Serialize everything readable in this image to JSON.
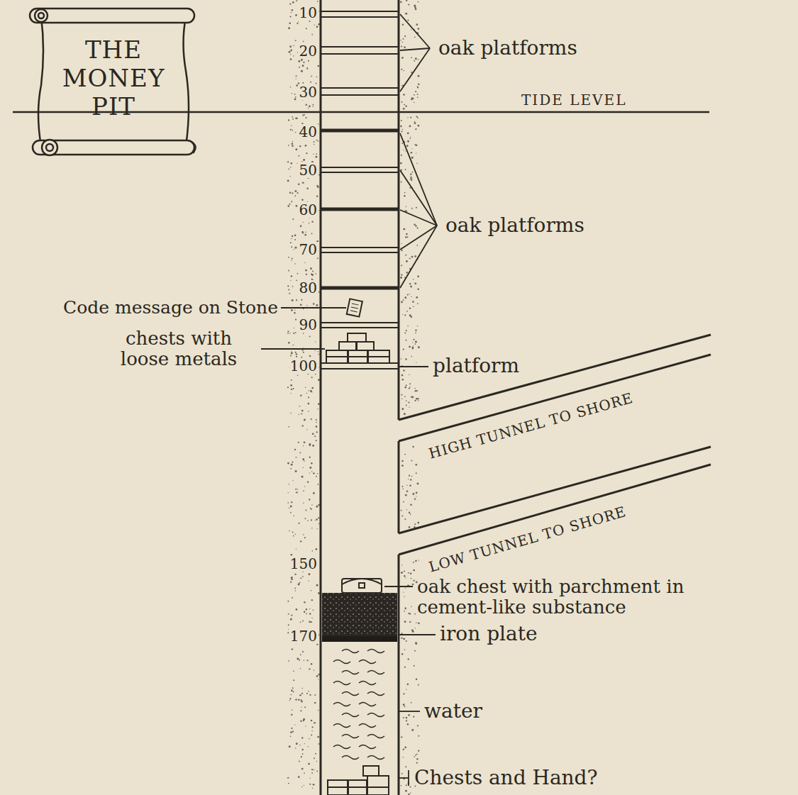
{
  "diagram": {
    "title": "THE MONEY PIT",
    "labels": [
      "10",
      "20",
      "oak platforms",
      "30",
      "TIDE LEVEL",
      "40",
      "50",
      "60",
      "oak platforms",
      "70",
      "80",
      "Code message on Stone",
      "90",
      "chests with loose metals",
      "100",
      "platform",
      "HIGH TUNNEL TO SHORE",
      "LOW TUNNEL TO SHORE",
      "150",
      "oak chest with parchment in cement-like substance",
      "170",
      "iron plate",
      "water",
      "Chests and Hand?"
    ]
  }
}
